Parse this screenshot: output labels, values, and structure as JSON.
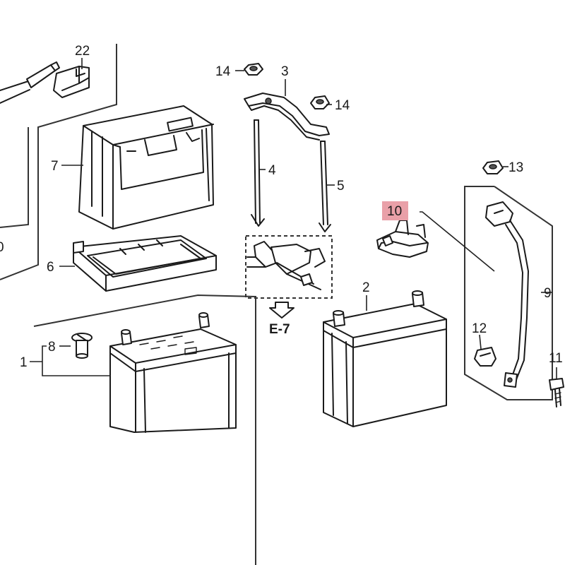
{
  "diagram": {
    "callouts": {
      "c1": "1",
      "c2": "2",
      "c3": "3",
      "c4": "4",
      "c5": "5",
      "c6": "6",
      "c7": "7",
      "c8": "8",
      "c9": "9",
      "c10": "10",
      "c11": "11",
      "c12": "12",
      "c13": "13",
      "c14a": "14",
      "c14b": "14",
      "c22": "22"
    },
    "reference": "E-7",
    "edge_label": "0",
    "highlight_color": "#e9a0a8"
  }
}
